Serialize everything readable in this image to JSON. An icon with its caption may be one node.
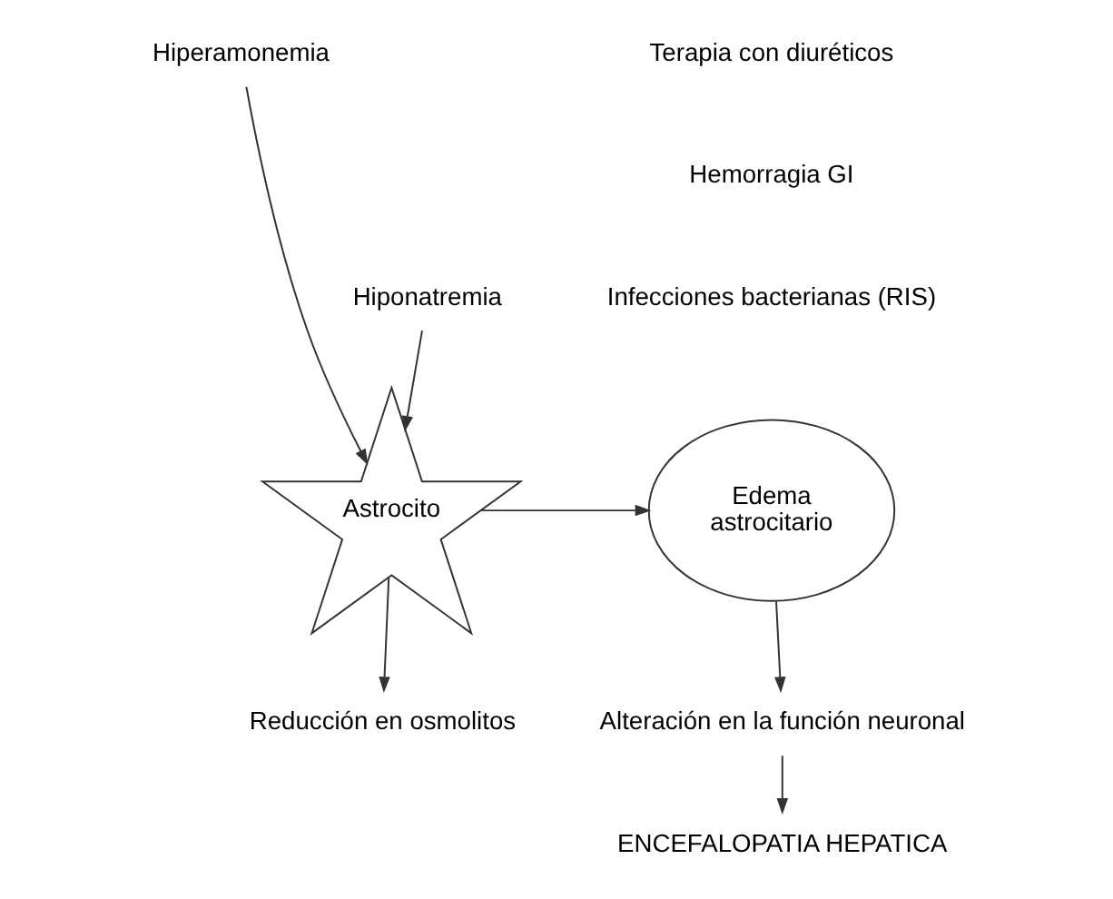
{
  "diagram": {
    "nodes": [
      {
        "text": [
          "Hiperamonemia"
        ]
      },
      {
        "text": [
          "Hiponatremia"
        ]
      },
      {
        "text": [
          "Astrocito"
        ]
      },
      {
        "text": [
          "Reducción en osmolitos"
        ]
      },
      {
        "text": [
          "Edema astrocitario"
        ]
      },
      {
        "text": [
          "Alteración en la función neuronal"
        ]
      },
      {
        "text": [
          "ENCEFALOPATIA HEPATICA"
        ]
      }
    ],
    "edges": [
      {
        "from": 0,
        "to": 2,
        "arrow": "to"
      },
      {
        "from": 1,
        "to": 2,
        "arrow": "to"
      },
      {
        "from": 2,
        "to": 3,
        "arrow": "to"
      },
      {
        "from": 2,
        "to": 4,
        "arrow": "to"
      },
      {
        "from": 4,
        "to": 5,
        "arrow": "to"
      },
      {
        "from": 5,
        "to": 6,
        "arrow": "to"
      }
    ],
    "labels": [
      "Terapia con diuréticos",
      "Hemorragia GI",
      "Infecciones bacterianas (RIS)"
    ]
  }
}
